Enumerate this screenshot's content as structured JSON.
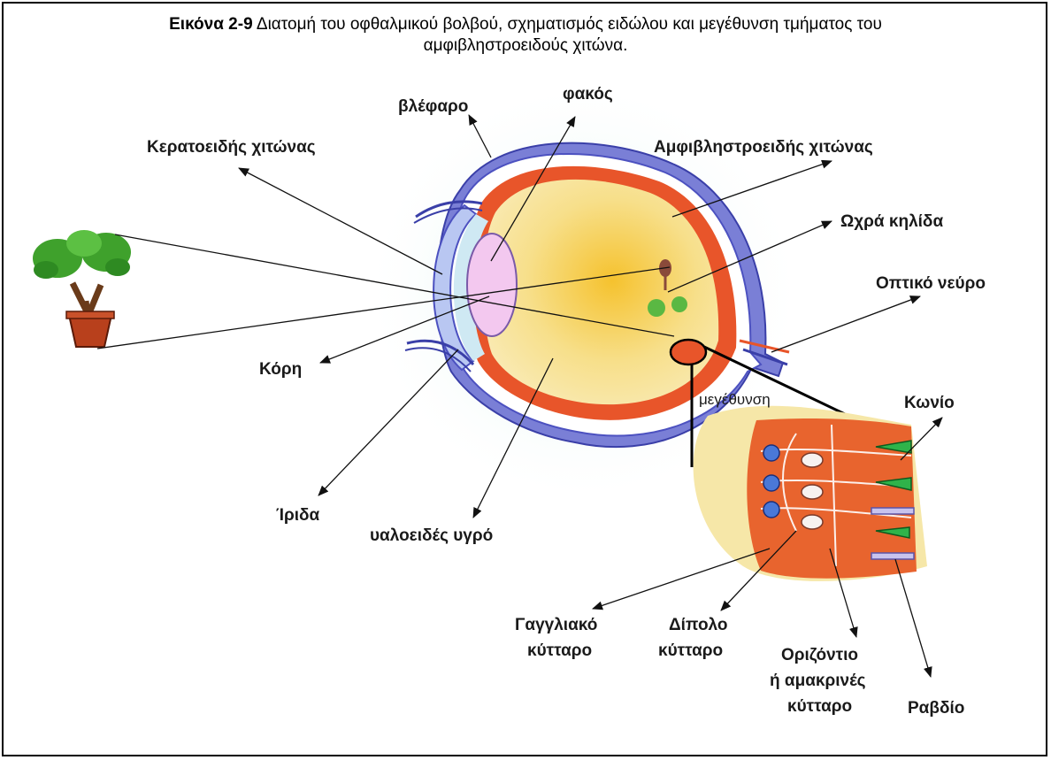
{
  "caption": {
    "number": "Εικόνα 2-9",
    "line1": "Διατομή του οφθαλμικού βολβού, σχηματισμός ειδώλου και μεγέθυνση τμήματος του",
    "line2": "αμφιβληστροειδούς χιτώνα."
  },
  "labels": {
    "blefaro": "βλέφαρο",
    "fakos": "φακός",
    "keratoeidis": "Κερατοειδής χιτώνας",
    "amfivlistroeidis": "Αμφιβληστροειδής χιτώνας",
    "ochra": "Ωχρά κηλίδα",
    "optiko": "Οπτικό νεύρο",
    "kori": "Κόρη",
    "megethynsi": "μεγέθυνση",
    "konio": "Κωνίο",
    "irida": "Ίριδα",
    "yaloeides": "υαλοειδές υγρό",
    "gangliako_1": "Γαγγλιακό",
    "gangliako_2": "κύτταρο",
    "dipolo_1": "Δίπολο",
    "dipolo_2": "κύτταρο",
    "orizontio_1": "Οριζόντιο",
    "orizontio_2": "ή αμακρινές",
    "orizontio_3": "κύτταρο",
    "ravdio": "Ραβδίο"
  },
  "colors": {
    "vitreous": "#f7e08a",
    "vitreous_center": "#f5c73a",
    "retina": "#e8552a",
    "choroid_outer": "#5a5fc8",
    "lens": "#f3c8ef",
    "halo": "#cfeee6",
    "cell_panel": "#e8642e",
    "plant_leaf": "#3fa12c",
    "pot": "#b8401c"
  }
}
